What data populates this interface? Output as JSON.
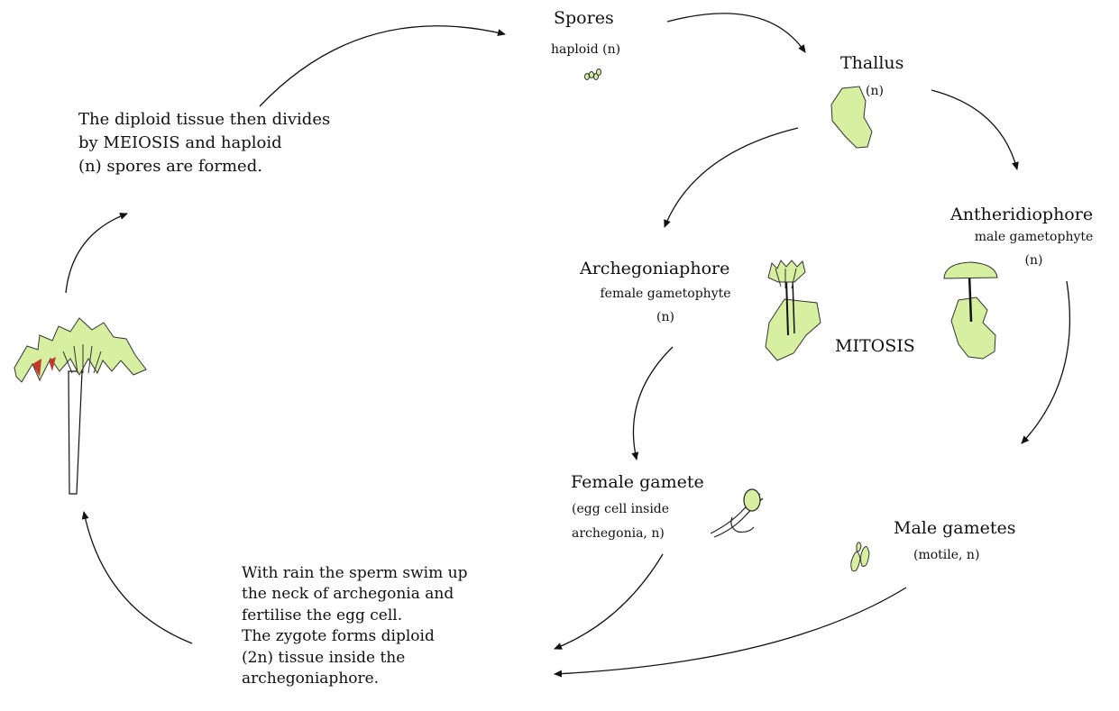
{
  "spores": {
    "title": "Spores",
    "sub": "haploid (n)"
  },
  "thallus": {
    "title": "Thallus",
    "sub": "(n)"
  },
  "antheridiophore": {
    "title": "Antheridiophore",
    "sub1": "male gametophyte",
    "sub2": "(n)"
  },
  "archegoniaphore": {
    "title": "Archegoniaphore",
    "sub1": "female gametophyte",
    "sub2": "(n)"
  },
  "mitosis": "MITOSIS",
  "female_gamete": {
    "title": "Female gamete",
    "sub1": "(egg cell inside",
    "sub2": "archegonia, n)"
  },
  "male_gametes": {
    "title": "Male gametes",
    "sub": "(motile, n)"
  },
  "meiosis_text": [
    "The diploid tissue then divides",
    "by MEIOSIS and haploid",
    "(n) spores are formed."
  ],
  "fertilisation_text": [
    "With rain the sperm swim up",
    "the neck of archegonia and",
    "fertilise the egg cell.",
    "The zygote forms diploid",
    "(2n) tissue inside the",
    "archegoniaphore."
  ],
  "colors": {
    "tissue": "#d6efa0",
    "outline": "#222222",
    "sporangia": "#c0392b"
  }
}
